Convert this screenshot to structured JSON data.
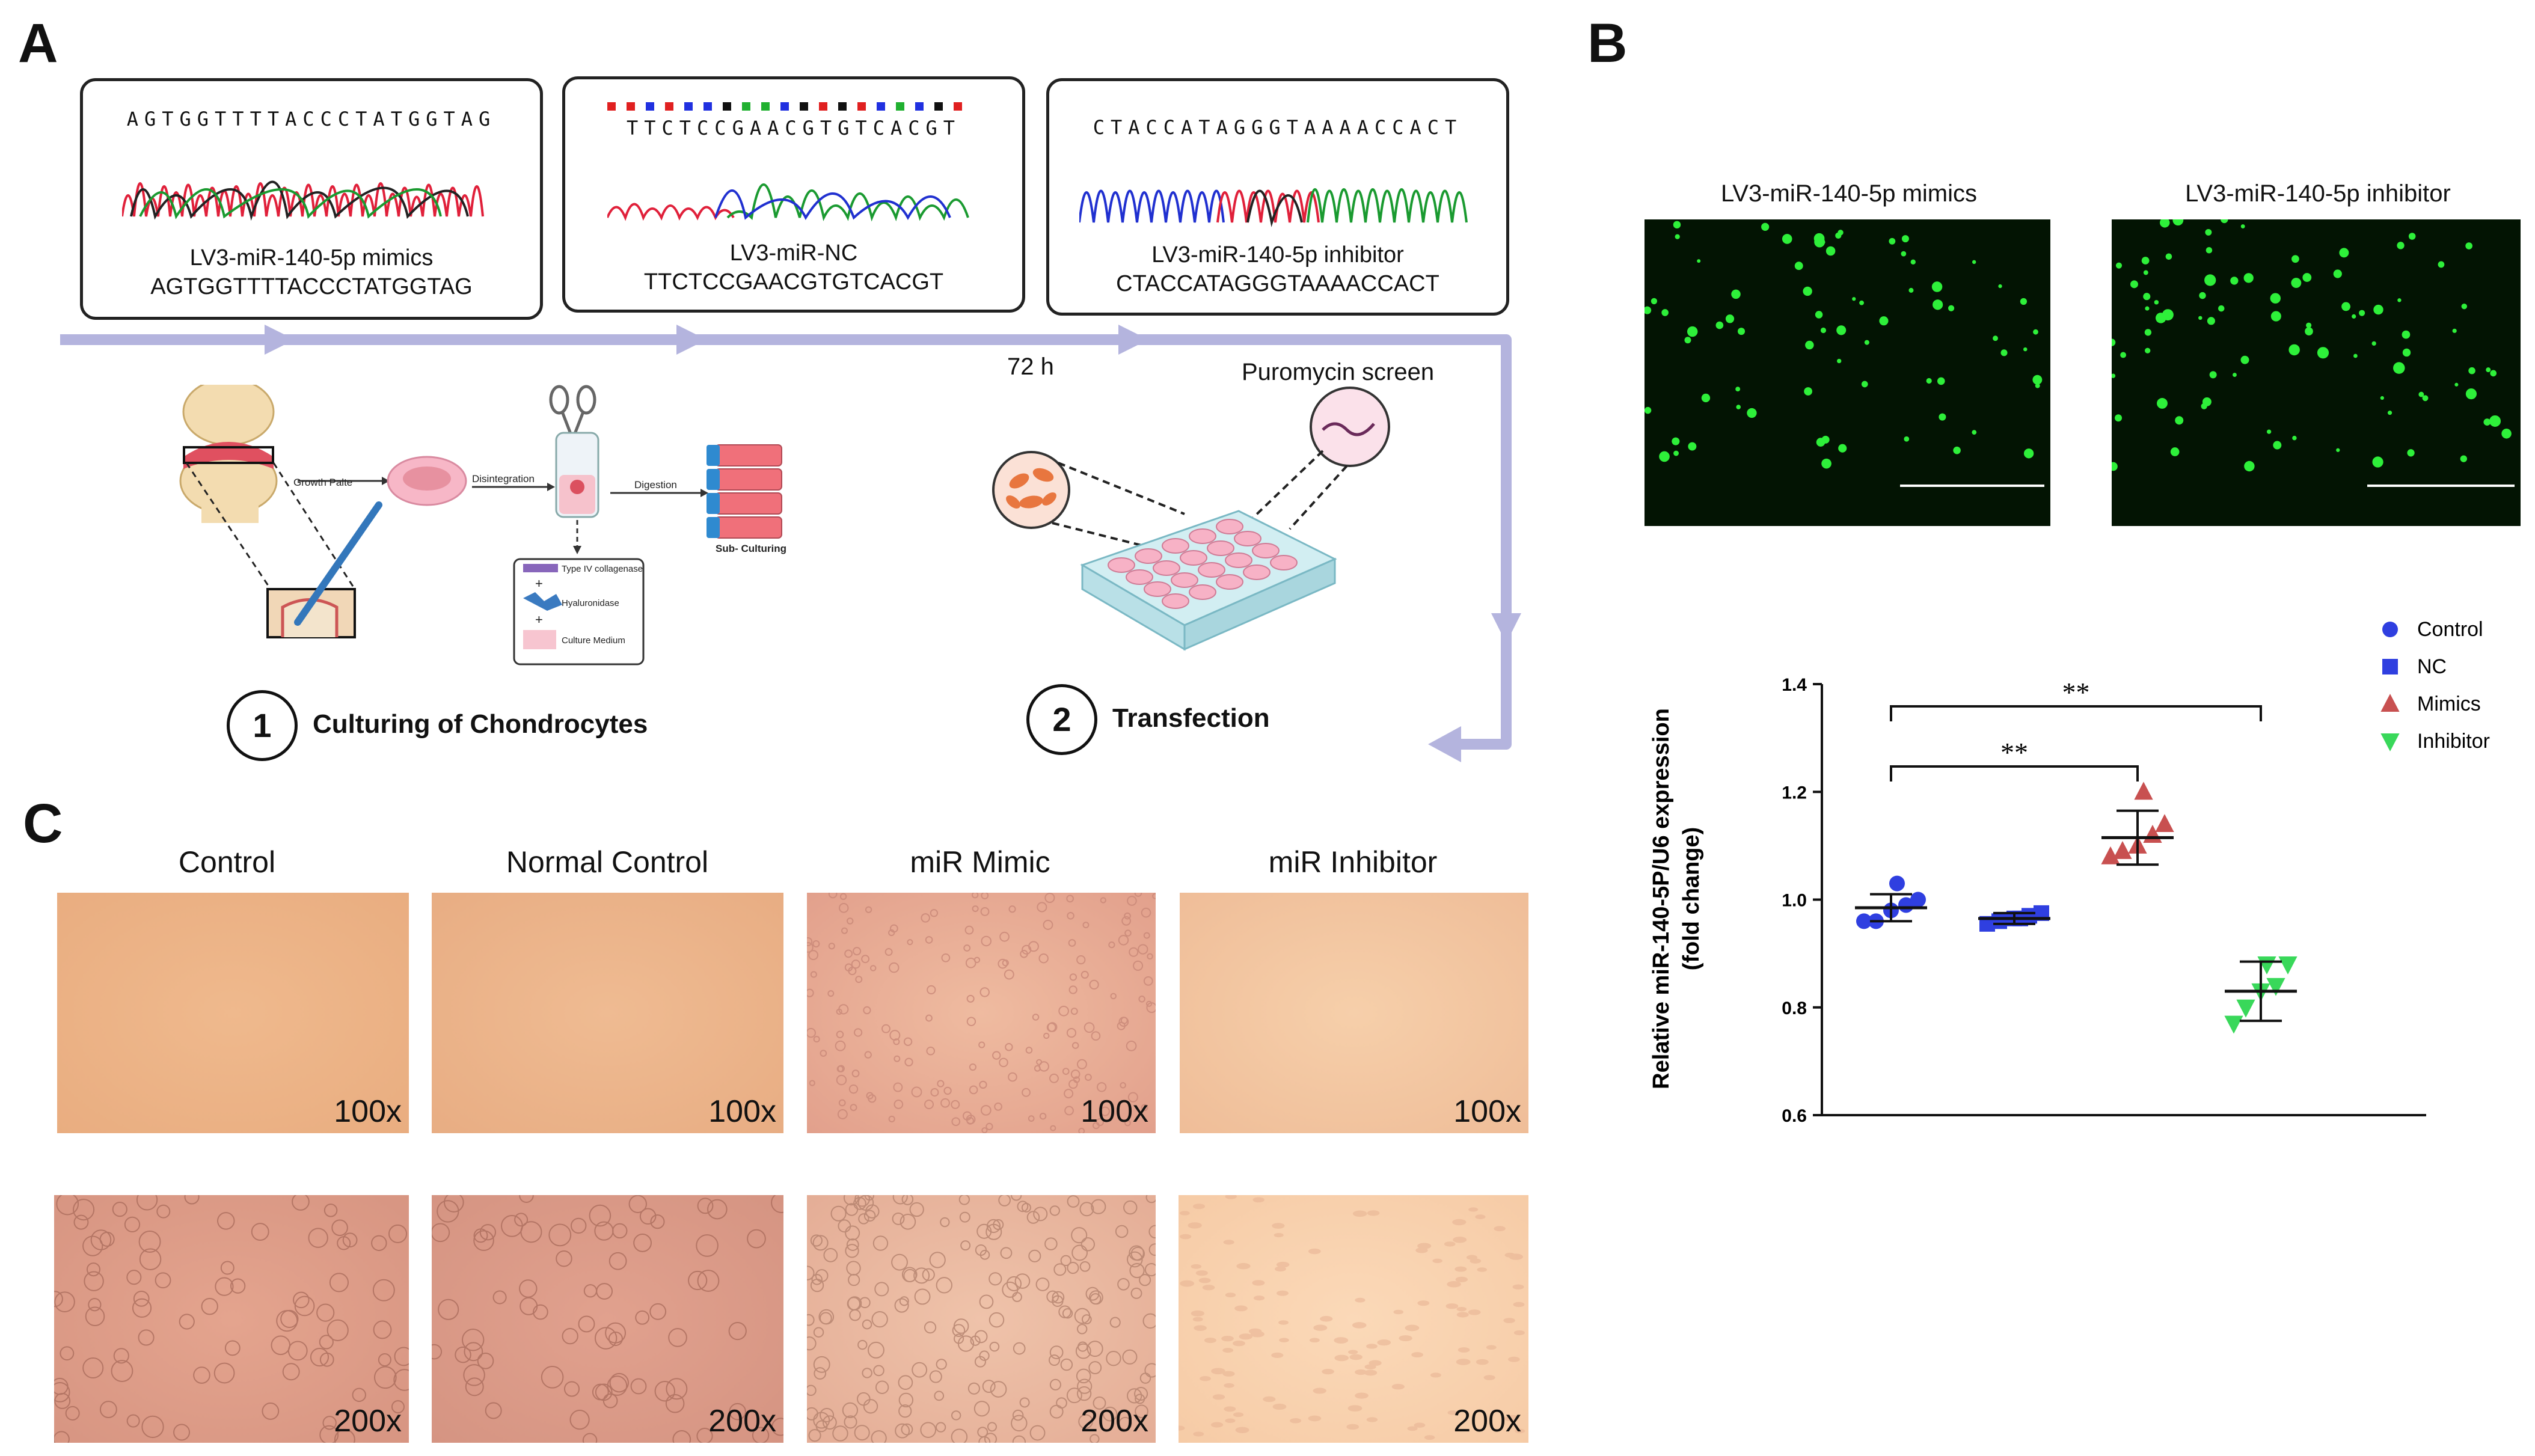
{
  "panel_a": {
    "letter": "A",
    "sequences": [
      {
        "top": "AGTGGTTTTACCCTATGGTAG",
        "name": "LV3-miR-140-5p mimics",
        "seq": "AGTGGTTTTACCCTATGGTAG"
      },
      {
        "top": "TTCTCCGAACGTGTCACGT",
        "name": "LV3-miR-NC",
        "seq": "TTCTCCGAACGTGTCACGT"
      },
      {
        "top": "CTACCATAGGGTAAAACCACT",
        "name": "LV3-miR-140-5p inhibitor",
        "seq": "CTACCATAGGGTAAAACCACT"
      }
    ],
    "time_label": "72 h",
    "puromycin_label": "Puromycin screen",
    "process": {
      "growth": "Growth Palte",
      "disintegration": "Disintegration",
      "digestion": "Digestion",
      "subculturing": "Sub- Culturing",
      "collagenase": "Type IV collagenase",
      "hyaluronidase": "Hyaluronidase",
      "medium": "Culture Medium",
      "plus": "+"
    },
    "step1_num": "1",
    "step1_label": "Culturing of Chondrocytes",
    "step2_num": "2",
    "step2_label": "Transfection"
  },
  "panel_b": {
    "letter": "B",
    "img1_title": "LV3-miR-140-5p mimics",
    "img2_title": "LV3-miR-140-5p inhibitor",
    "colors": {
      "fluor_bg": "#031403",
      "cell": "#2ef03a"
    }
  },
  "chart_data": {
    "type": "scatter",
    "ylabel_line1": "Relative miR-140-5P/U6 expression",
    "ylabel_line2": "(fold change)",
    "ylim": [
      0.6,
      1.4
    ],
    "yticks": [
      "0.6",
      "0.8",
      "1.0",
      "1.2",
      "1.4"
    ],
    "series": [
      {
        "name": "Control",
        "color": "#2f3fe0",
        "marker": "circle",
        "values": [
          0.96,
          0.96,
          0.98,
          0.99,
          1.0,
          1.03
        ],
        "mean": 0.985,
        "sd": 0.025
      },
      {
        "name": "NC",
        "color": "#2f3fe0",
        "marker": "square",
        "values": [
          0.955,
          0.96,
          0.965,
          0.97,
          0.975,
          0.965
        ],
        "mean": 0.965,
        "sd": 0.01
      },
      {
        "name": "Mimics",
        "color": "#c85050",
        "marker": "triangle-up",
        "values": [
          1.08,
          1.09,
          1.1,
          1.12,
          1.14,
          1.2
        ],
        "mean": 1.115,
        "sd": 0.05
      },
      {
        "name": "Inhibitor",
        "color": "#39d85a",
        "marker": "triangle-down",
        "values": [
          0.77,
          0.8,
          0.83,
          0.84,
          0.88,
          0.88
        ],
        "mean": 0.83,
        "sd": 0.055
      }
    ],
    "significance": [
      {
        "from": 0,
        "to": 3,
        "label": "**"
      },
      {
        "from": 0,
        "to": 2,
        "label": "**"
      }
    ]
  },
  "panel_c": {
    "letter": "C",
    "columns": [
      "Control",
      "Normal Control",
      "miR Mimic",
      "miR Inhibitor"
    ],
    "row1_mag": "100x",
    "row2_mag": "200x"
  }
}
